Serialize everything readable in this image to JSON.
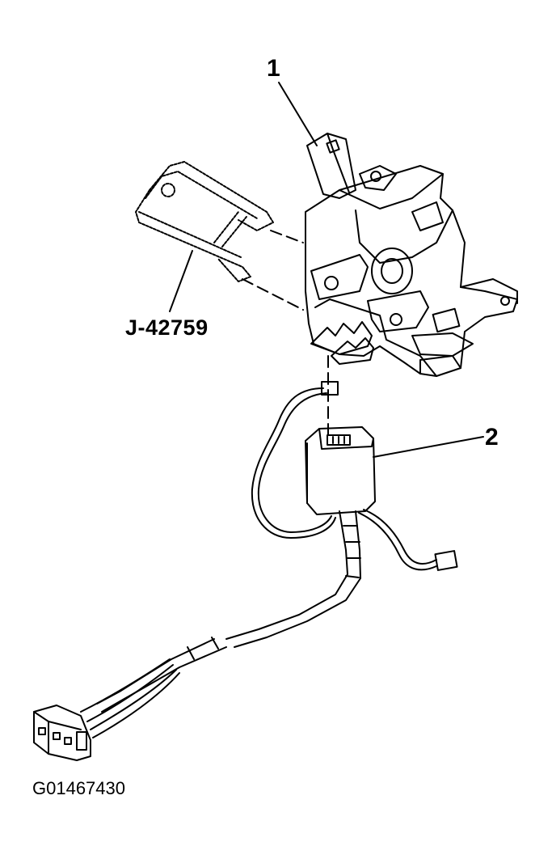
{
  "labels": {
    "callout_1": "1",
    "callout_2": "2",
    "tool_number": "J-42759",
    "figure_id": "G01467430"
  },
  "colors": {
    "ink": "#000000",
    "paper": "#ffffff"
  }
}
